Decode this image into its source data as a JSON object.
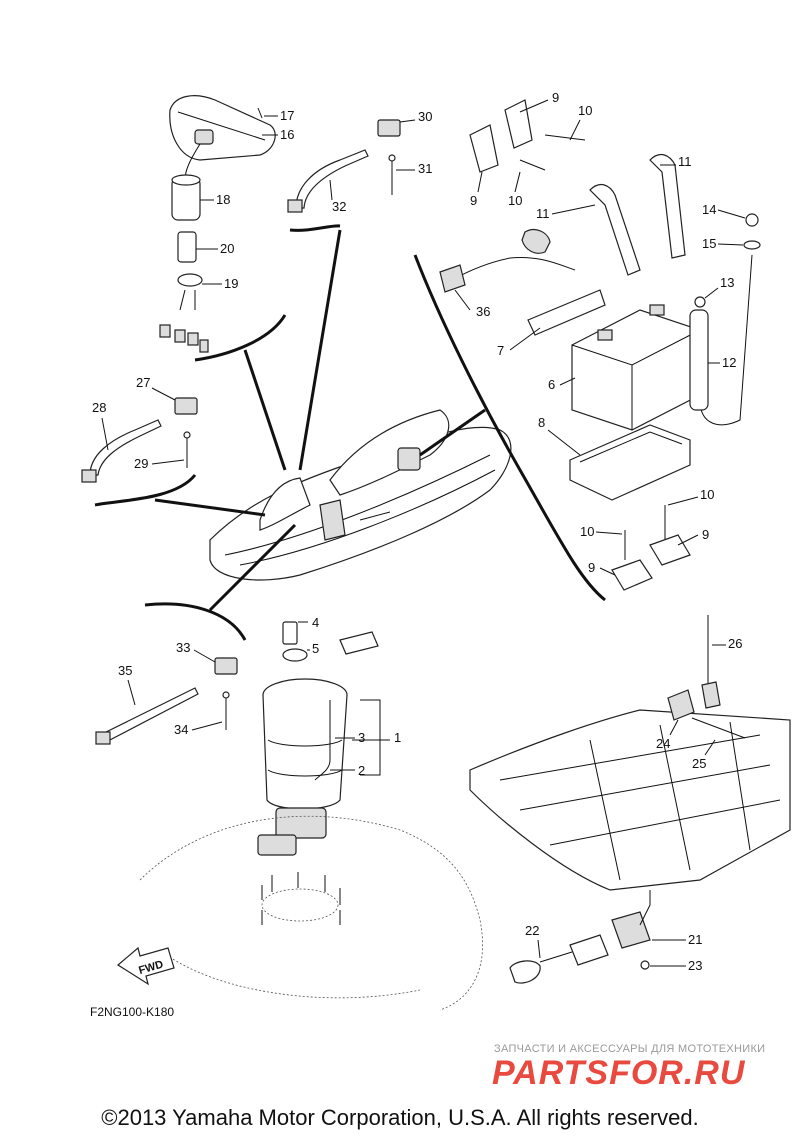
{
  "diagram_code": "F2NG100-K180",
  "fwd_label": "FWD",
  "copyright": "©2013 Yamaha Motor Corporation, U.S.A. All rights reserved.",
  "watermark": {
    "tagline": "ЗАПЧАСТИ И АКСЕССУАРЫ ДЛЯ МОТОТЕХНИКИ",
    "logo": "PARTSFOR.RU"
  },
  "callouts": [
    "1",
    "2",
    "3",
    "4",
    "5",
    "6",
    "7",
    "8",
    "9",
    "9",
    "9",
    "9",
    "10",
    "10",
    "10",
    "10",
    "11",
    "11",
    "12",
    "13",
    "14",
    "15",
    "16",
    "17",
    "18",
    "19",
    "20",
    "21",
    "22",
    "23",
    "24",
    "25",
    "26",
    "27",
    "28",
    "29",
    "30",
    "31",
    "32",
    "33",
    "34",
    "35",
    "36"
  ]
}
